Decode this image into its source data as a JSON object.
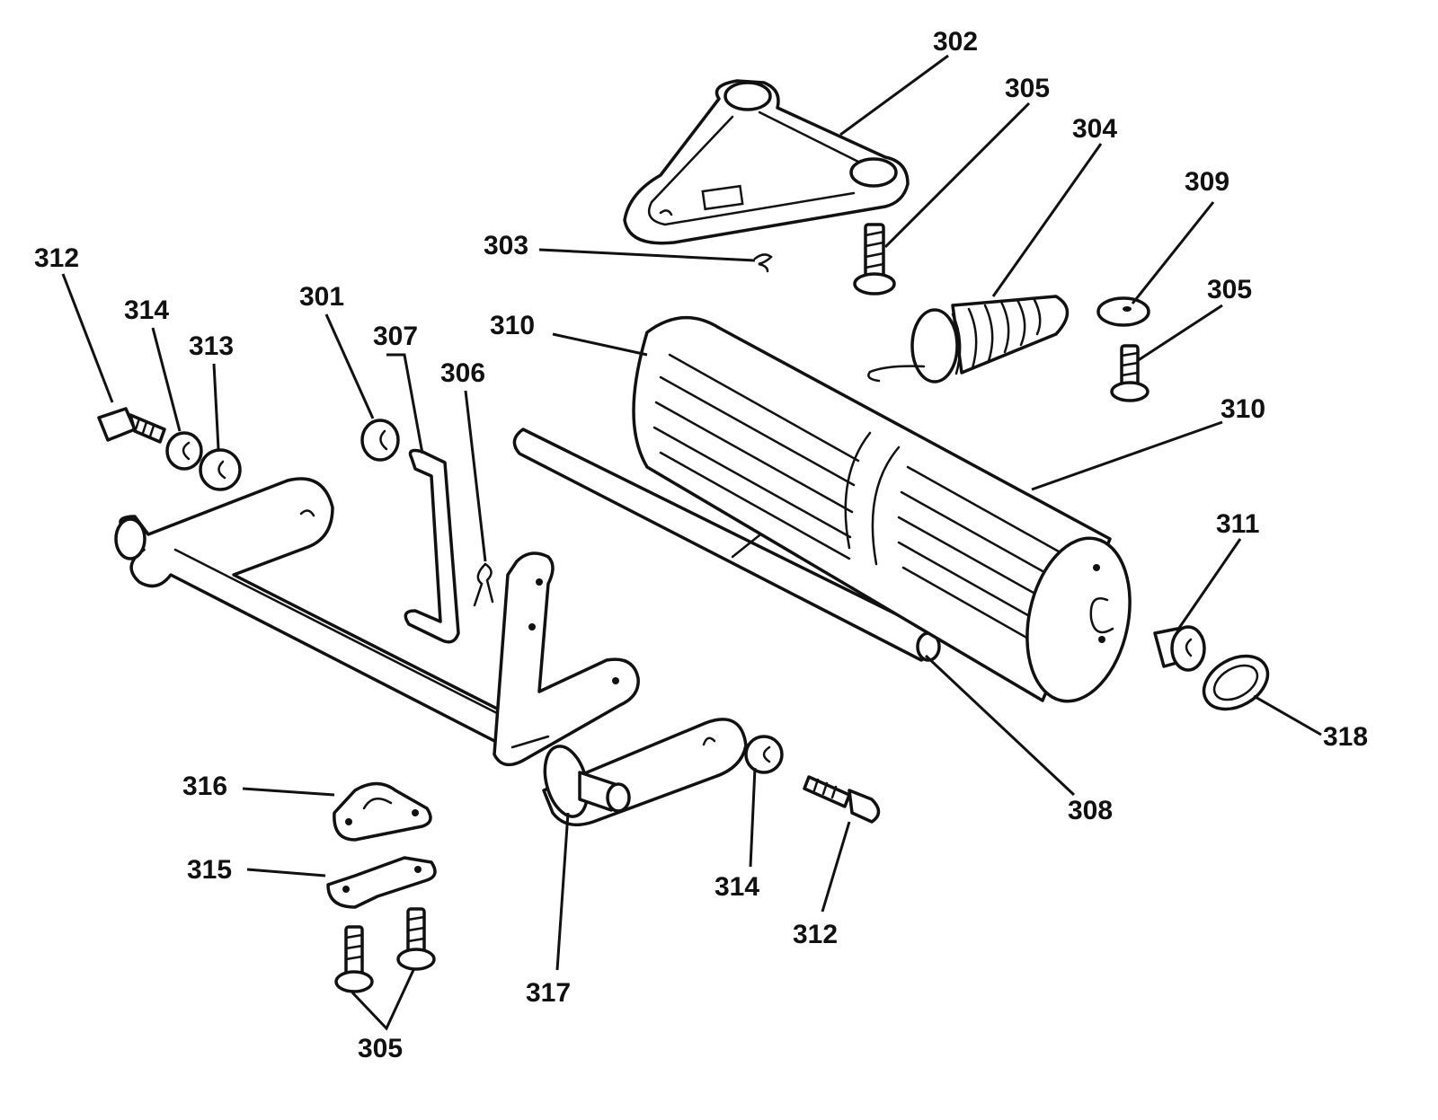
{
  "colors": {
    "ink": "#111111",
    "paper": "#ffffff"
  },
  "callouts": {
    "c302": "302",
    "c305_top": "305",
    "c304": "304",
    "c309": "309",
    "c305_right": "305",
    "c303": "303",
    "c310_top": "310",
    "c310_right": "310",
    "c312_top": "312",
    "c314_top": "314",
    "c313": "313",
    "c301": "301",
    "c307": "307",
    "c306": "306",
    "c311": "311",
    "c318": "318",
    "c308": "308",
    "c316": "316",
    "c315": "315",
    "c317": "317",
    "c314_bottom": "314",
    "c312_bottom": "312",
    "c305_bottom": "305"
  }
}
